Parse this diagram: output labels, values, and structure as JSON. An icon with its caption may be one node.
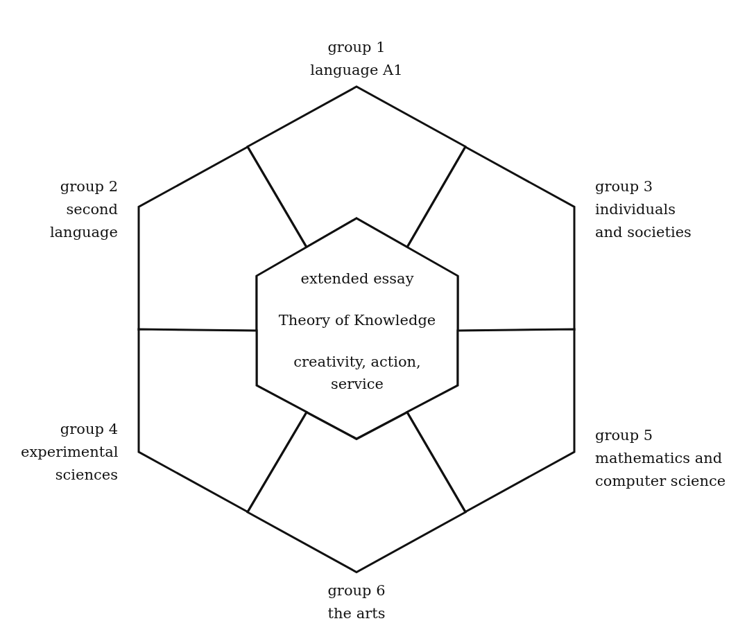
{
  "diagram": {
    "nodes": [
      {
        "text": [
          "group 1 language A1"
        ]
      },
      {
        "text": [
          "group 2 second language"
        ]
      },
      {
        "text": [
          "group 3 individuals and societies"
        ]
      },
      {
        "text": [
          "extended essay",
          "Theory of Knowledge",
          "creativity, action, service"
        ]
      },
      {
        "text": [
          "group 4 experimental sciences"
        ]
      },
      {
        "text": [
          "group 5 mathematics and computer science"
        ]
      },
      {
        "text": [
          "group 6 the arts"
        ]
      }
    ]
  }
}
